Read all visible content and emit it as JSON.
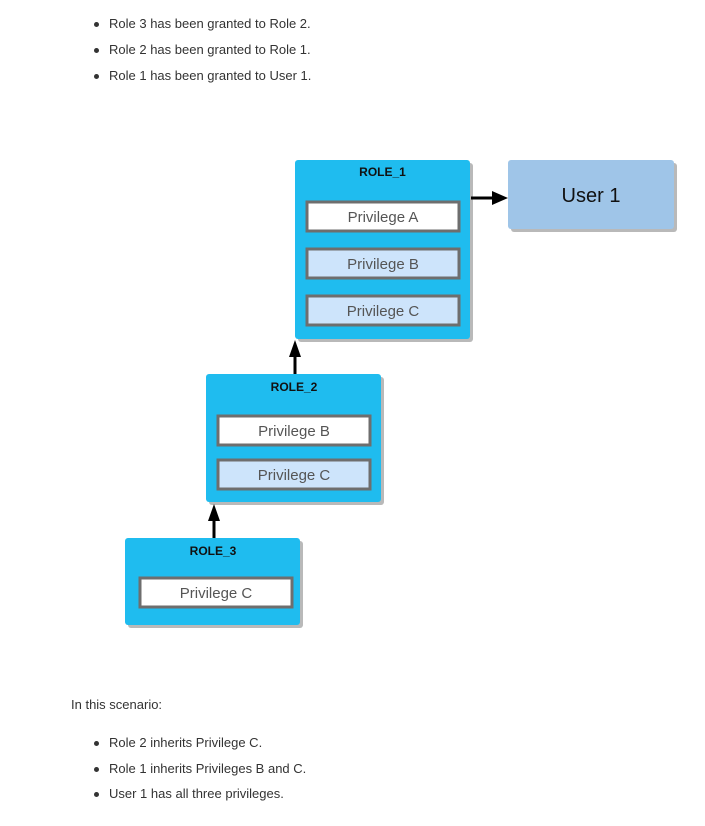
{
  "top_bullets": [
    "Role 3 has been granted to Role 2.",
    "Role 2 has been granted to Role 1.",
    "Role 1 has been granted to User 1."
  ],
  "diagram": {
    "roles": [
      {
        "name": "ROLE_1",
        "privileges": [
          "Privilege A",
          "Privilege B",
          "Privilege C"
        ]
      },
      {
        "name": "ROLE_2",
        "privileges": [
          "Privilege B",
          "Privilege C"
        ]
      },
      {
        "name": "ROLE_3",
        "privileges": [
          "Privilege C"
        ]
      }
    ],
    "user": "User 1",
    "colors": {
      "role_fill": "#1fbcef",
      "user_fill": "#9fc5e8",
      "privilege_own": "#ffffff",
      "privilege_inherited": "#cde4fb",
      "privilege_border": "#6e6e6e"
    }
  },
  "intro": "In this scenario:",
  "bottom_bullets": [
    "Role 2 inherits Privilege C.",
    "Role 1 inherits Privileges B and C.",
    "User 1 has all three privileges."
  ]
}
